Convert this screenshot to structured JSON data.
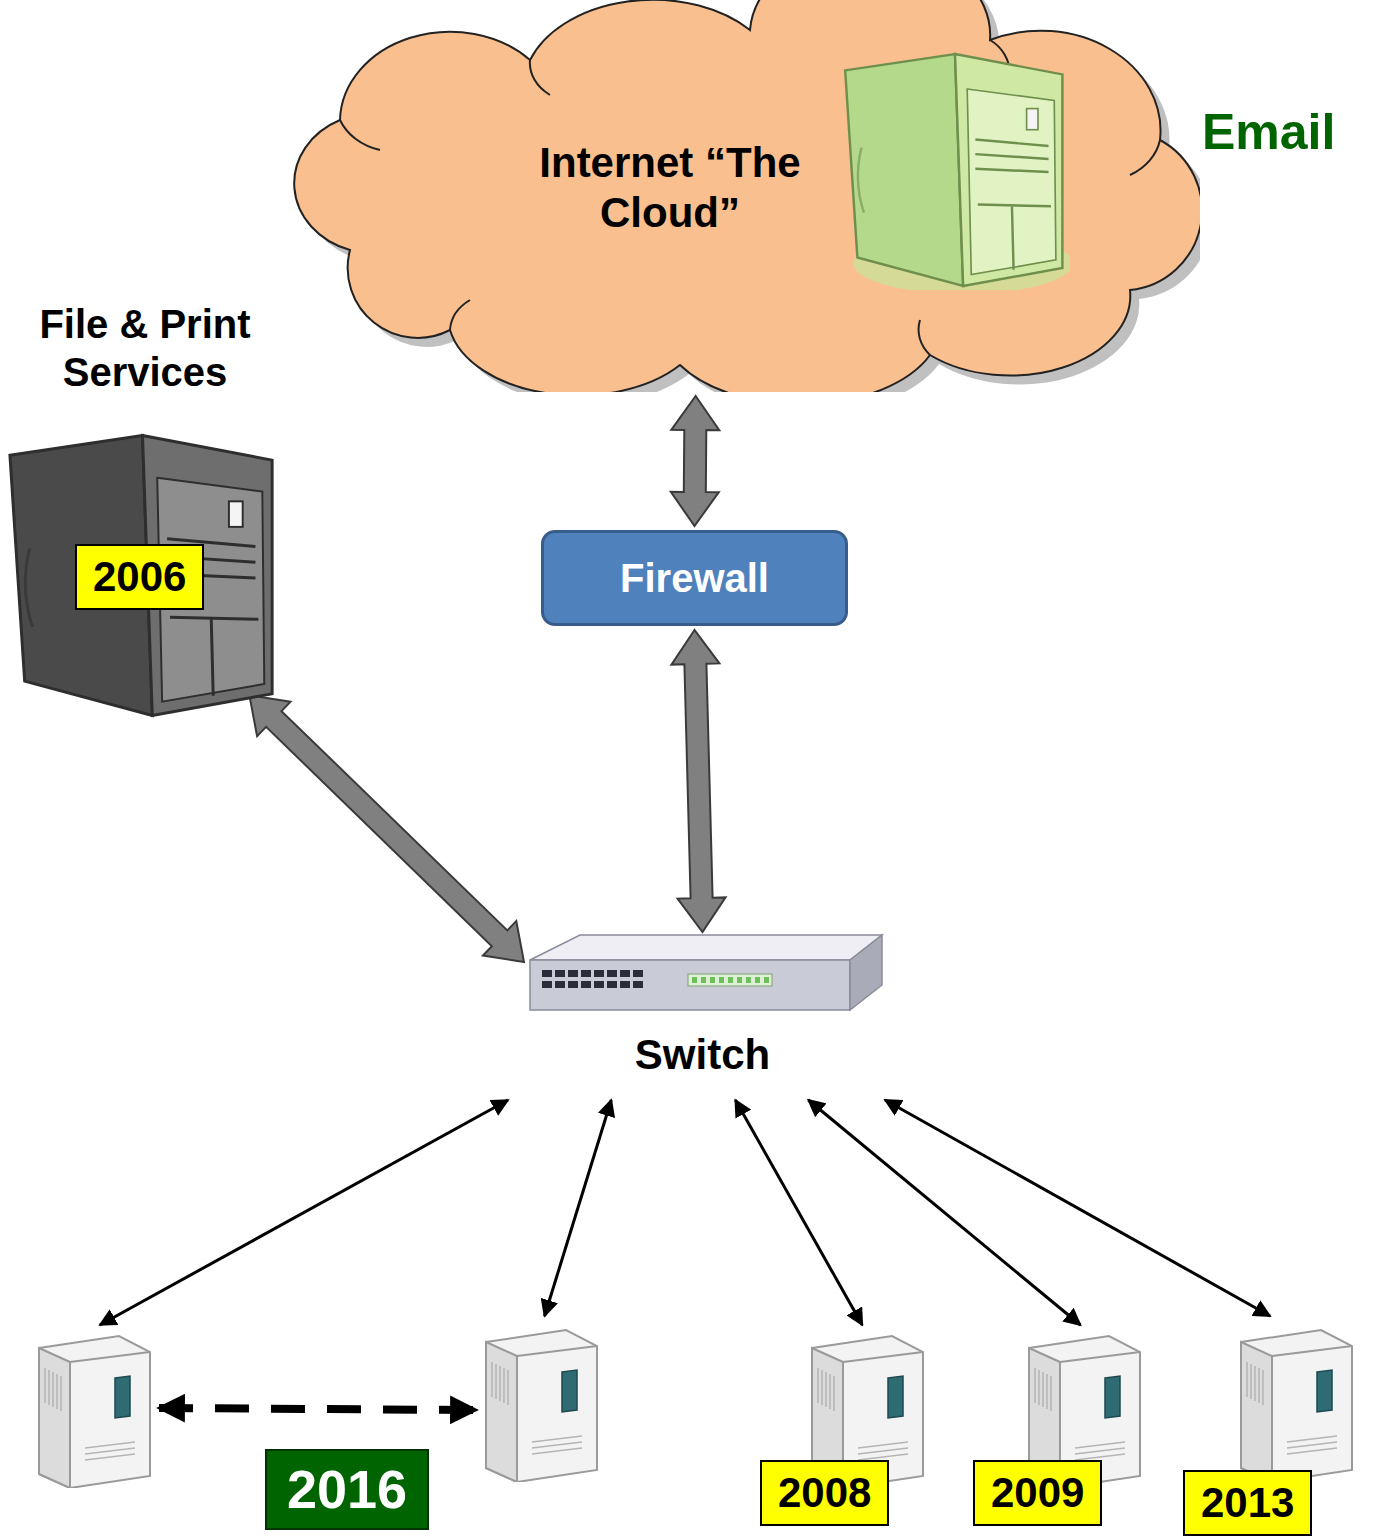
{
  "diagram": {
    "nodes": [
      {
        "text": [
          "Internet “The Cloud”"
        ]
      },
      {
        "text": [
          "Email"
        ],
        "in": 0
      },
      {
        "text": [
          "File & Print Services",
          "2006"
        ]
      },
      {
        "text": [
          "Firewall"
        ]
      },
      {
        "text": [
          "Switch"
        ]
      },
      {
        "text": []
      },
      {
        "text": []
      },
      {
        "text": [
          "2008"
        ]
      },
      {
        "text": [
          "2009"
        ]
      },
      {
        "text": [
          "2013"
        ]
      }
    ],
    "edges": [
      {
        "from": 0,
        "to": 3,
        "arrow": "both"
      },
      {
        "from": 3,
        "to": 4,
        "arrow": "both"
      },
      {
        "from": 2,
        "to": 4,
        "arrow": "both"
      },
      {
        "from": 4,
        "to": 5,
        "arrow": "both"
      },
      {
        "from": 4,
        "to": 6,
        "arrow": "both"
      },
      {
        "from": 4,
        "to": 7,
        "arrow": "both"
      },
      {
        "from": 4,
        "to": 8,
        "arrow": "both"
      },
      {
        "from": 4,
        "to": 9,
        "arrow": "both"
      },
      {
        "from": 5,
        "to": 6,
        "label": "2016",
        "arrow": "both"
      }
    ]
  }
}
